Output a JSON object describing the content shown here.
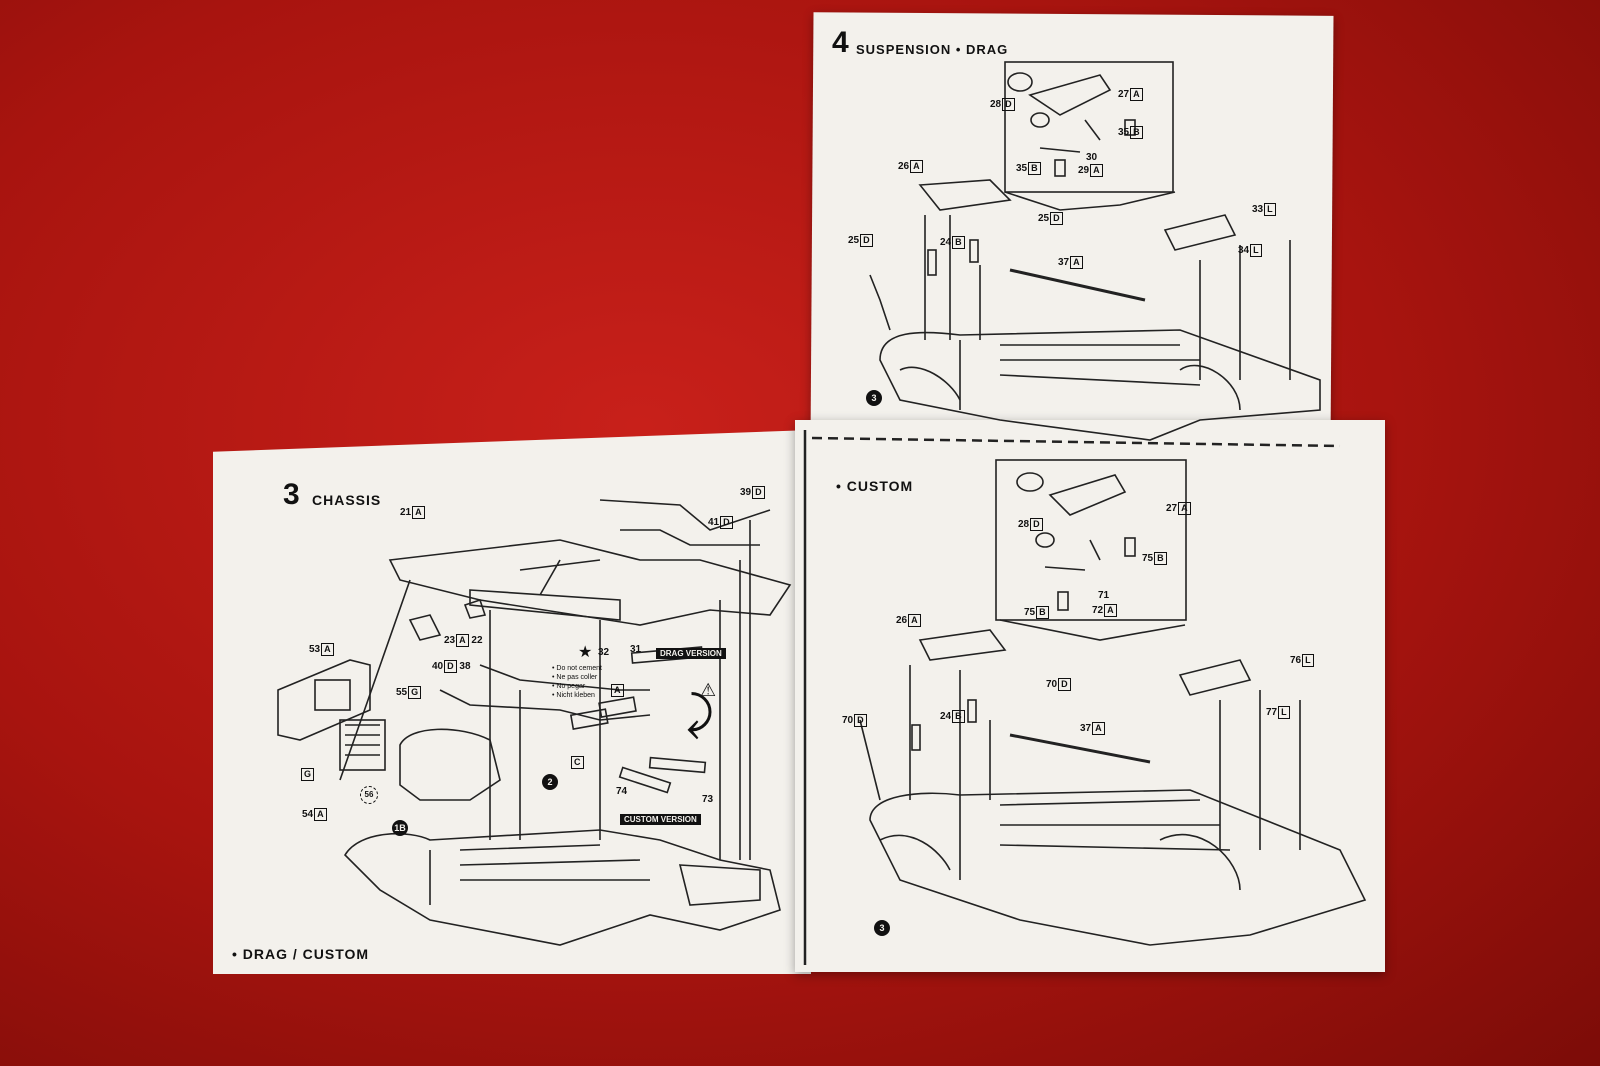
{
  "step3": {
    "number": "3",
    "title": "CHASSIS",
    "subtitle": "• DRAG / CUSTOM",
    "labels": [
      {
        "num": "21",
        "box": "A"
      },
      {
        "num": "39",
        "box": "D"
      },
      {
        "num": "41",
        "box": "D"
      },
      {
        "num": "23",
        "box": "A",
        "extra": "22"
      },
      {
        "num": "53",
        "box": "A"
      },
      {
        "num": "55",
        "box": "G"
      },
      {
        "num": "40",
        "box": "D",
        "extra": "38"
      },
      {
        "num": "32"
      },
      {
        "num": "31"
      },
      {
        "num": "G"
      },
      {
        "num": "54",
        "box": "A"
      },
      {
        "num": "74"
      },
      {
        "num": "73"
      },
      {
        "num": "A"
      },
      {
        "num": "C"
      }
    ],
    "drag_version": "DRAG VERSION",
    "custom_version": "CUSTOM VERSION",
    "note": [
      "• Do not cement",
      "• Ne pas coller",
      "• No pegar",
      "• Nicht kleben"
    ],
    "circle_56": "56",
    "circle_1b": "1B",
    "circle_2": "2"
  },
  "step4": {
    "number": "4",
    "title": "SUSPENSION • DRAG",
    "labels": [
      {
        "num": "28",
        "box": "D"
      },
      {
        "num": "27",
        "box": "A"
      },
      {
        "num": "35",
        "box": "B"
      },
      {
        "num": "30"
      },
      {
        "num": "35",
        "box": "B"
      },
      {
        "num": "29",
        "box": "A"
      },
      {
        "num": "26",
        "box": "A"
      },
      {
        "num": "25",
        "box": "D"
      },
      {
        "num": "33",
        "box": "L"
      },
      {
        "num": "25",
        "box": "D"
      },
      {
        "num": "24",
        "box": "B"
      },
      {
        "num": "34",
        "box": "L"
      },
      {
        "num": "37",
        "box": "A"
      }
    ],
    "circle_3": "3"
  },
  "custom": {
    "title": "• CUSTOM",
    "labels": [
      {
        "num": "28",
        "box": "D"
      },
      {
        "num": "27",
        "box": "A"
      },
      {
        "num": "75",
        "box": "B"
      },
      {
        "num": "71"
      },
      {
        "num": "75",
        "box": "B"
      },
      {
        "num": "72",
        "box": "A"
      },
      {
        "num": "26",
        "box": "A"
      },
      {
        "num": "76",
        "box": "L"
      },
      {
        "num": "70",
        "box": "D"
      },
      {
        "num": "70",
        "box": "D"
      },
      {
        "num": "24",
        "box": "B"
      },
      {
        "num": "77",
        "box": "L"
      },
      {
        "num": "37",
        "box": "A"
      }
    ],
    "circle_3": "3"
  },
  "icons": [
    "star-icon",
    "warning-icon",
    "curved-arrow-icon"
  ]
}
